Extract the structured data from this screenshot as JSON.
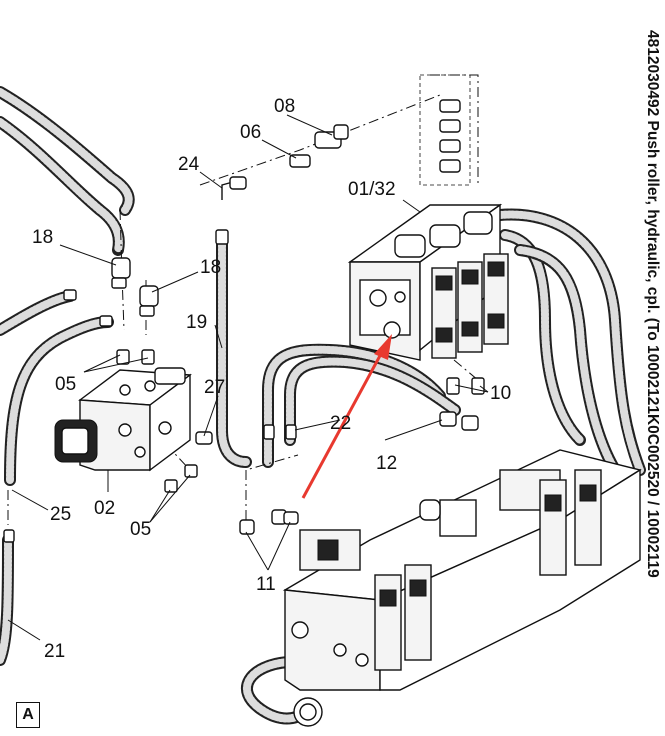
{
  "title": "4812030492 Push roller, hydraulic, cpl. (To 10002121K0C002520 / 10002119",
  "view_label": "A",
  "callouts": {
    "c08": "08",
    "c06": "06",
    "c24": "24",
    "c0132": "01/32",
    "c18a": "18",
    "c18b": "18",
    "c19": "19",
    "c05a": "05",
    "c27": "27",
    "c10": "10",
    "c22": "22",
    "c12": "12",
    "c25": "25",
    "c02": "02",
    "c05b": "05",
    "c11": "11",
    "c21": "21"
  },
  "colors": {
    "arrow": "#e8392f",
    "line": "#111111"
  }
}
